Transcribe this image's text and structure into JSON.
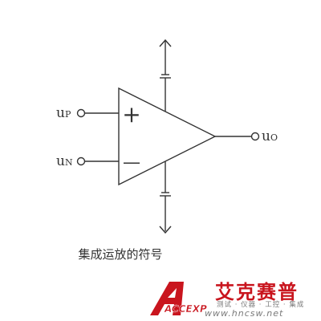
{
  "diagram": {
    "plus_sign": "+",
    "minus_sign": "—",
    "inputs": [
      {
        "id": "p",
        "main": "u",
        "sub": "P"
      },
      {
        "id": "n",
        "main": "u",
        "sub": "N"
      }
    ],
    "output": {
      "main": "u",
      "sub": "O"
    }
  },
  "caption": "集成运放的符号",
  "watermark": {
    "brand": "ACCEXP",
    "title": "艾克赛普",
    "subtitle": "测试 · 仪器 · 工控 · 集成",
    "url": "www.hncsw.net"
  }
}
